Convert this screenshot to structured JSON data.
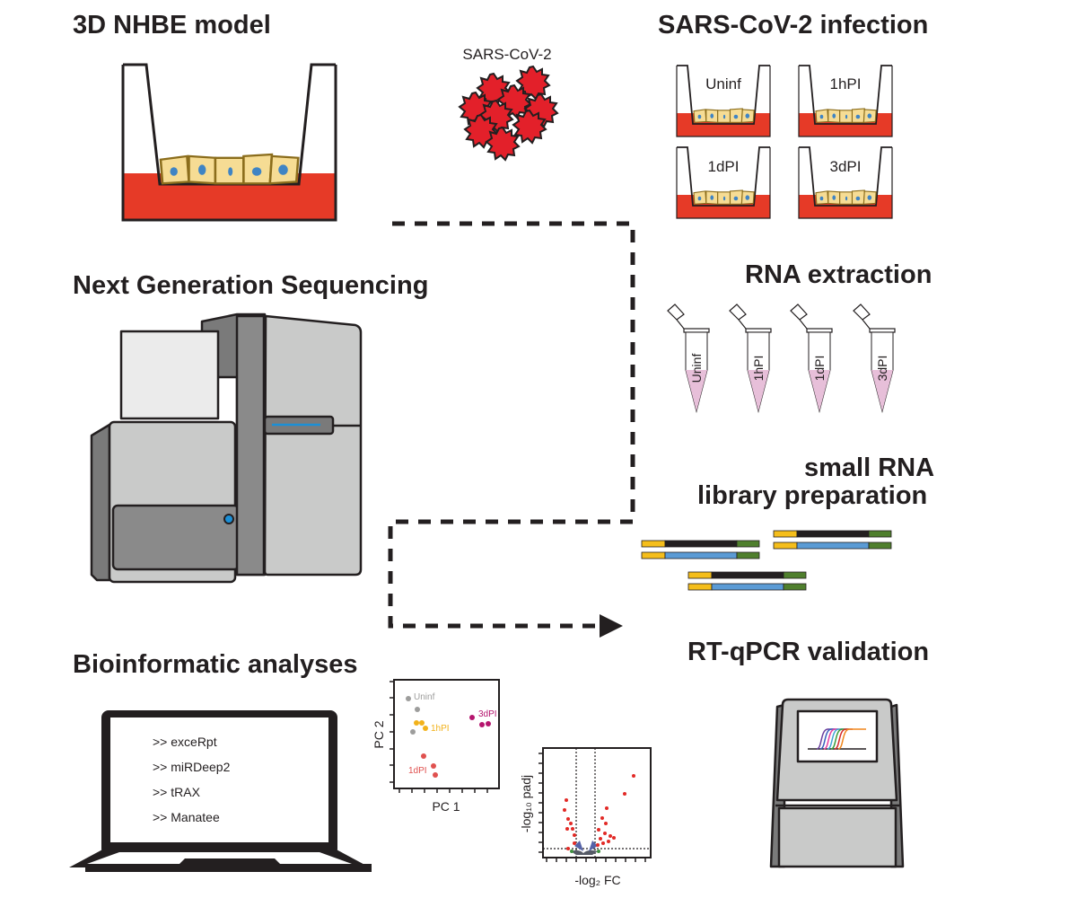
{
  "steps": {
    "model": {
      "title": "3D NHBE model"
    },
    "virus": {
      "label": "SARS-CoV-2"
    },
    "infection": {
      "title": "SARS-CoV-2 infection",
      "conditions": [
        "Uninf",
        "1hPI",
        "1dPI",
        "3dPI"
      ]
    },
    "rna": {
      "title": "RNA extraction",
      "tubes": [
        "Uninf",
        "1hPI",
        "1dPI",
        "3dPI"
      ]
    },
    "library": {
      "title_line1": "small RNA",
      "title_line2": "library preparation"
    },
    "ngs": {
      "title": "Next Generation Sequencing"
    },
    "bioinfo": {
      "title": "Bioinformatic analyses",
      "commands": [
        ">> exceRpt",
        ">> miRDeep2",
        ">> tRAX",
        ">> Manatee"
      ]
    },
    "qpcr": {
      "title": "RT-qPCR validation"
    }
  },
  "pca": {
    "xlabel": "PC 1",
    "ylabel": "PC 2",
    "groups": [
      {
        "name": "Uninf",
        "color": "#9d9d9c"
      },
      {
        "name": "1hPI",
        "color": "#f2b21b"
      },
      {
        "name": "1dPI",
        "color": "#e0514f"
      },
      {
        "name": "3dPI",
        "color": "#b5156e"
      }
    ]
  },
  "volcano": {
    "xlabel": "-log₂ FC",
    "ylabel": "-log₁₀ padj"
  },
  "colors": {
    "medium_red": "#e63a27",
    "cell_fill": "#f6dc94",
    "cell_stroke": "#8b6d1c",
    "nucleus": "#3f84c4",
    "virus_red": "#e3202a",
    "tube_liquid": "#e7bfd9",
    "adapter_yellow": "#f5be1b",
    "adapter_green": "#4f7f2d",
    "insert_black": "#231f20",
    "insert_blue": "#5b9bd5",
    "ngs_blue": "#1b8fd6"
  }
}
